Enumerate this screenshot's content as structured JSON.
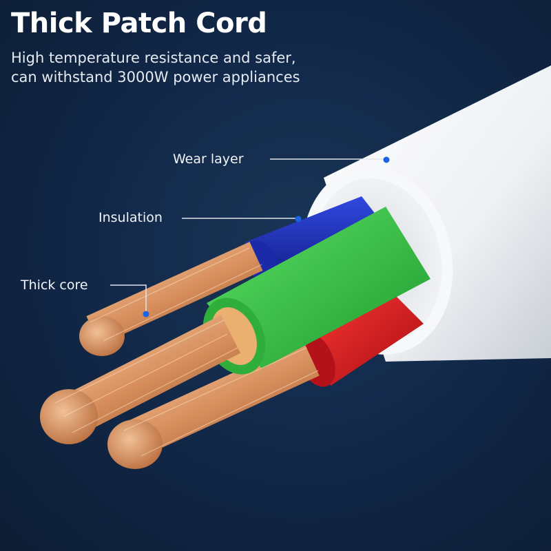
{
  "header": {
    "title": "Thick Patch Cord",
    "subtitle_lines": [
      "High temperature resistance and safer,",
      "can withstand 3000W power appliances"
    ]
  },
  "callouts": {
    "wear_layer": "Wear layer",
    "insulation": "Insulation",
    "thick_core": "Thick core"
  },
  "colors": {
    "background": "#12294a",
    "sheath": "#f4f5f7",
    "wire_blue": "#1f33c4",
    "wire_green": "#3cc84a",
    "wire_red": "#e0191f",
    "copper": "#d9905e",
    "marker_dot": "#1a63e6"
  }
}
